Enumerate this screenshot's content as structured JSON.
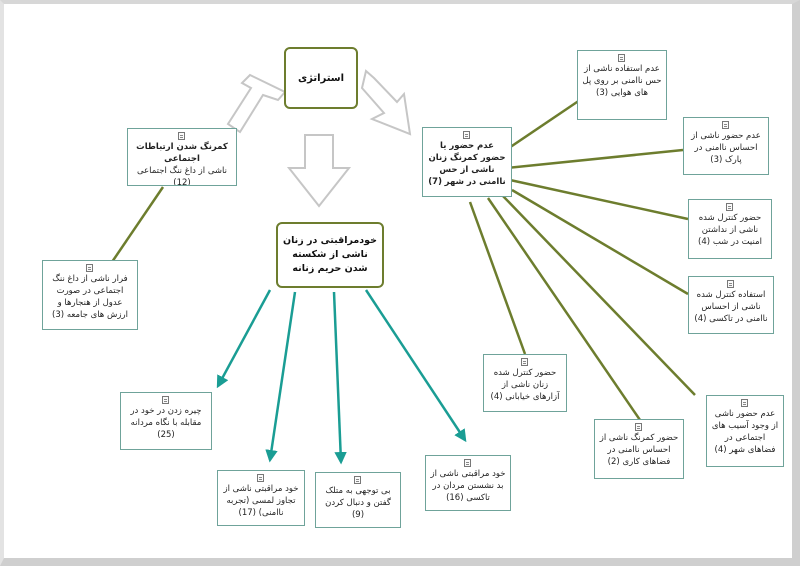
{
  "title_node": "استراتژی",
  "center_node": "خودمراقبتی در زنان ناشی از شکسته شدن حریم زنانه",
  "left_top_node": {
    "title": "کمرنگ شدن ارتباطات اجتماعی",
    "sub": "ناشی از داغ ننگ اجتماعی",
    "count": "(12)"
  },
  "right_center_node": {
    "title": "عدم حضور یا حضور کمرنگ زنان ناشی از حس ناامنی در شهر",
    "count": "(7)"
  },
  "left_mid_node": {
    "text": "فرار ناشی از داغ ننگ اجتماعی در صورت عدول از هنجارها و ارزش های جامعه",
    "count": "(3)"
  },
  "right_nodes": [
    {
      "text": "عدم استفاده ناشی از حس ناامنی بر روی پل های هوایی",
      "count": "(3)"
    },
    {
      "text": "عدم حضور ناشی از احساس ناامنی در پارک",
      "count": "(3)"
    },
    {
      "text": "حضور کنترل شده ناشی از نداشتن امنیت در شب",
      "count": "(4)"
    },
    {
      "text": "استفاده کنترل شده ناشی از احساس ناامنی در تاکسی",
      "count": "(4)"
    },
    {
      "text": "حضور کنترل شده زنان ناشی از آزارهای خیابانی",
      "count": "(4)"
    },
    {
      "text": "حضور کمرنگ ناشی از احساس ناامنی در فضاهای کاری",
      "count": "(2)"
    },
    {
      "text": "عدم حضور ناشی از وجود آسیب های اجتماعی در فضاهای شهر",
      "count": "(4)"
    }
  ],
  "bottom_nodes": [
    {
      "text": "چیره زدن در خود در مقابله با نگاه مردانه",
      "count": "(25)"
    },
    {
      "text": "خود مراقبتی ناشی از تجاوز لمسی (تجربه ناامنی)",
      "count": "(17)"
    },
    {
      "text": "بی توجهی به متلک گفتن و دنبال کردن",
      "count": "(9)"
    },
    {
      "text": "خود مراقبتی ناشی از بد نشستن مردان در تاکسی",
      "count": "(16)"
    }
  ],
  "colors": {
    "olive": "#6d7d2e",
    "teal": "#1a9d94",
    "box_border": "#6fa39a",
    "arrow": "#c9c9c9"
  }
}
